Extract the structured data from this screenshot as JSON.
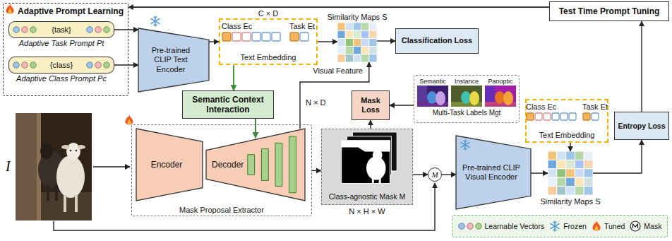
{
  "diagram": {
    "nodes": [
      {
        "text": [
          "Adaptive Prompt Learning"
        ]
      },
      {
        "text": [
          "{task}",
          "Adaptive Task Prompt Pt"
        ],
        "in": 0
      },
      {
        "text": [
          "{class}",
          "Adaptive Class Prompt Pc"
        ],
        "in": 0
      },
      {
        "text": [
          "Pre-trained CLIP Text Encoder"
        ]
      },
      {
        "text": [
          "Class Ec",
          "Task Et",
          "Text Embedding"
        ]
      },
      {
        "text": [
          "Similarity Maps S"
        ]
      },
      {
        "text": [
          "Classification Loss"
        ]
      },
      {
        "text": [
          "Test Time Prompt Tuning"
        ]
      },
      {
        "text": [
          "Semantic Context Interaction"
        ]
      },
      {
        "text": [
          "Mask Proposal Extractor"
        ]
      },
      {
        "text": [
          "Encoder"
        ],
        "in": 9
      },
      {
        "text": [
          "Decoder"
        ],
        "in": 9
      },
      {
        "text": [
          "Class-agnostic Mask M"
        ]
      },
      {
        "text": [
          "Mask Loss"
        ]
      },
      {
        "text": [
          "Semantic",
          "Instance",
          "Panoptic",
          "Multi-Task Labels Mgt"
        ]
      },
      {
        "text": [
          "Pre-trained CLIP Visual Encoder"
        ]
      },
      {
        "text": [
          "Class Ec",
          "Task Et",
          "Text Embedding"
        ]
      },
      {
        "text": [
          "Similarity Maps S"
        ]
      },
      {
        "text": [
          "Entropy Loss"
        ]
      },
      {
        "text": [
          "M"
        ]
      }
    ],
    "edges": [
      {
        "from": 1,
        "to": 3,
        "arrow": "to"
      },
      {
        "from": 2,
        "to": 3,
        "arrow": "to"
      },
      {
        "from": 3,
        "to": 4,
        "arrow": "to"
      },
      {
        "from": 4,
        "to": 5,
        "arrow": "to"
      },
      {
        "from": 5,
        "to": 6,
        "arrow": "to"
      },
      {
        "from": 4,
        "to": 8,
        "arrow": "to"
      },
      {
        "from": 8,
        "to": 11,
        "arrow": "to"
      },
      {
        "from": 11,
        "to": 5,
        "arrow": "to",
        "label": "N × D"
      },
      {
        "from": 9,
        "to": 12,
        "arrow": "to"
      },
      {
        "from": 12,
        "to": 13,
        "arrow": "to"
      },
      {
        "from": 14,
        "to": 13,
        "arrow": "to"
      },
      {
        "from": 12,
        "to": 19,
        "arrow": "to"
      },
      {
        "from": 19,
        "to": 15,
        "arrow": "to"
      },
      {
        "from": 15,
        "to": 17,
        "arrow": "to"
      },
      {
        "from": 16,
        "to": 17,
        "arrow": "to"
      },
      {
        "from": 17,
        "to": 18,
        "arrow": "to"
      },
      {
        "from": 18,
        "to": 7,
        "arrow": "to"
      },
      {
        "from": 7,
        "to": 0,
        "arrow": "to"
      }
    ],
    "labels": [
      "C × D",
      "Visual Feature",
      "I",
      "N × H × W"
    ],
    "legend": [
      {
        "text": "Learnable Vectors"
      },
      {
        "text": "Frozen"
      },
      {
        "text": "Tuned"
      },
      {
        "text": "Mask"
      }
    ]
  }
}
